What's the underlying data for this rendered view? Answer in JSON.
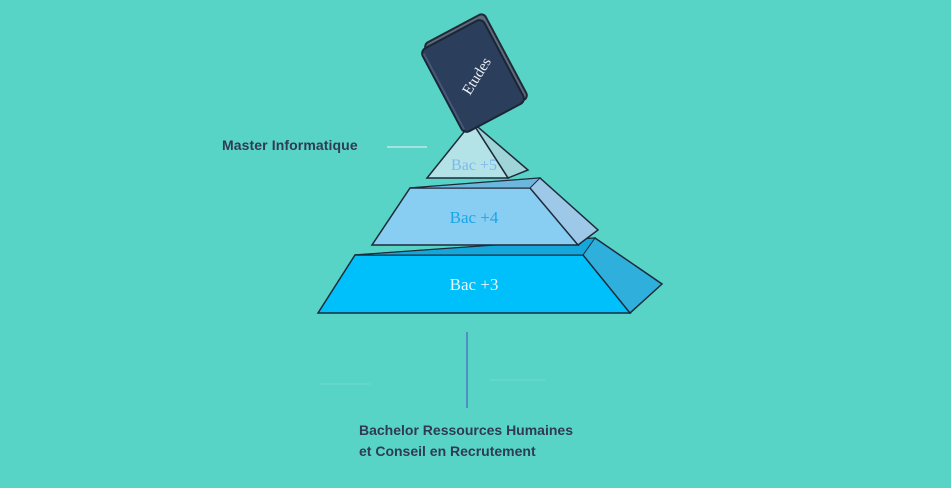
{
  "book": {
    "label": "Etudes"
  },
  "pyramid": {
    "levels": [
      {
        "label": "Bac +5",
        "color": "#b3e3e6",
        "text_color": "#7bb8ee"
      },
      {
        "label": "Bac +4",
        "color": "#88cdf2",
        "text_color": "#1aa6e6"
      },
      {
        "label": "Bac +3",
        "color": "#00c0fb",
        "text_color": "#e6f6ff"
      }
    ]
  },
  "annotations": {
    "top": "Master Informatique",
    "bottom_line1": "Bachelor Ressources Humaines",
    "bottom_line2": "et Conseil en Recrutement"
  },
  "colors": {
    "background": "#58d4c6",
    "book": "#2b3f5c",
    "text": "#2f3b52"
  }
}
